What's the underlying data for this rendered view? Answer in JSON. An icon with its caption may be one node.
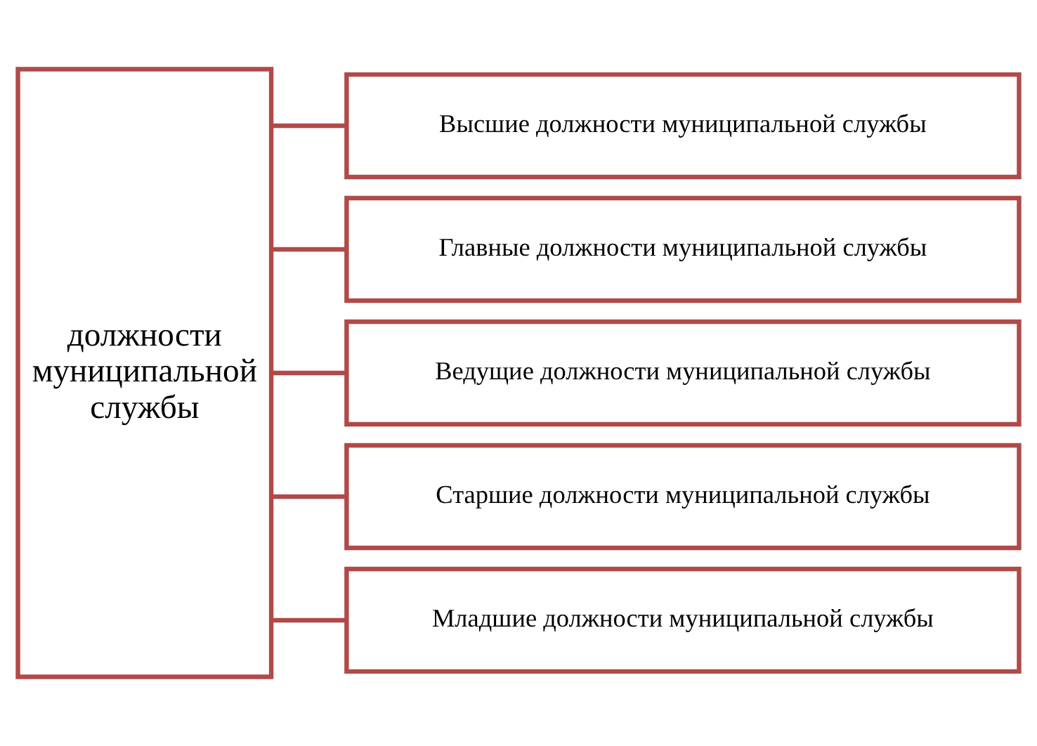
{
  "diagram": {
    "nodes": [
      {
        "text": [
          "должности муниципальной службы"
        ]
      },
      {
        "text": [
          "Высшие должности муниципальной службы"
        ]
      },
      {
        "text": [
          "Главные должности муниципальной службы"
        ]
      },
      {
        "text": [
          "Ведущие должности муниципальной службы"
        ]
      },
      {
        "text": [
          "Старшие должности муниципальной службы"
        ]
      },
      {
        "text": [
          "Младшие должности муниципальной службы"
        ]
      }
    ],
    "edges": [
      {
        "from": 0,
        "to": 1,
        "arrow": "none"
      },
      {
        "from": 0,
        "to": 2,
        "arrow": "none"
      },
      {
        "from": 0,
        "to": 3,
        "arrow": "none"
      },
      {
        "from": 0,
        "to": 4,
        "arrow": "none"
      },
      {
        "from": 0,
        "to": 5,
        "arrow": "none"
      }
    ]
  }
}
